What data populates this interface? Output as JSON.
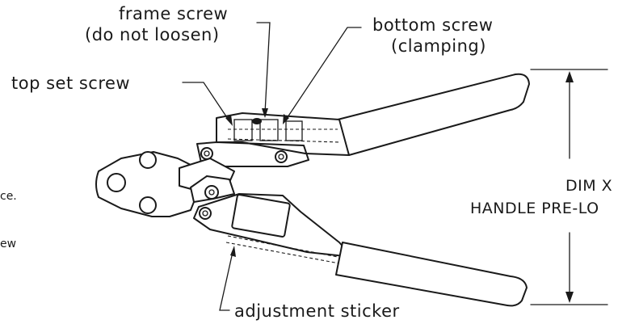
{
  "labels": {
    "frame_screw_line1": "frame screw",
    "frame_screw_line2": "(do not loosen)",
    "bottom_screw_line1": "bottom screw",
    "bottom_screw_line2": "(clamping)",
    "top_set_screw": "top set screw",
    "dim_x_line1": "DIM X",
    "dim_x_line2": "HANDLE PRE-LO",
    "adjustment_sticker": "adjustment sticker",
    "left_fragment_1": "ce.",
    "left_fragment_2": "ew"
  }
}
